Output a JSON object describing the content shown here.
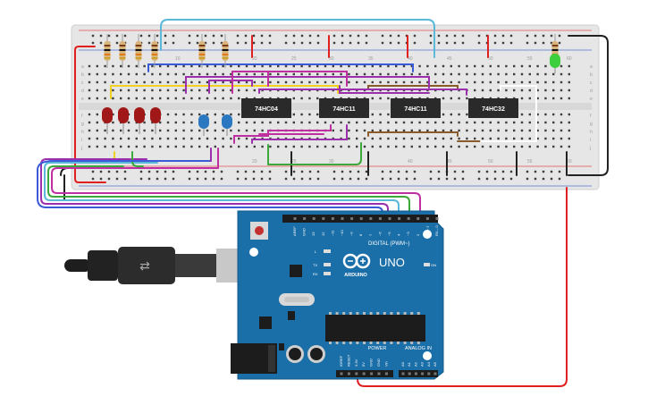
{
  "breadboard": {
    "column_numbers": [
      "1",
      "5",
      "10",
      "15",
      "20",
      "25",
      "30",
      "35",
      "40",
      "45",
      "50",
      "55",
      "60"
    ],
    "row_letters_top": [
      "a",
      "b",
      "c",
      "d",
      "e"
    ],
    "row_letters_bottom": [
      "f",
      "g",
      "h",
      "i",
      "j"
    ]
  },
  "chips": [
    {
      "label": "74HC04"
    },
    {
      "label": "74HC11"
    },
    {
      "label": "74HC11"
    },
    {
      "label": "74HC32"
    }
  ],
  "leds": {
    "red_count": 4,
    "blue_count": 2,
    "green_count": 1
  },
  "arduino": {
    "brand": "ARDUINO",
    "model": "UNO",
    "on_label": "ON",
    "digital_label": "DIGITAL (PWM~)",
    "power_label": "POWER",
    "analog_label": "ANALOG IN",
    "l_label": "L",
    "tx_label": "TX",
    "rx_label": "RX",
    "aref_label": "AREF",
    "gnd_label": "GND",
    "digital_pins": [
      "13",
      "12",
      "~11",
      "~10",
      "~9",
      "8",
      "7",
      "~6",
      "~5",
      "4",
      "~3",
      "2",
      "TX→1",
      "RX←0"
    ],
    "power_pins": [
      "IOREF",
      "RESET",
      "3.3V",
      "5V",
      "GND",
      "GND",
      "Vin"
    ],
    "analog_pins": [
      "A0",
      "A1",
      "A2",
      "A3",
      "A4",
      "A5"
    ]
  },
  "colors": {
    "board_blue": "#1b6fa8",
    "breadboard": "#e9e9e9",
    "wire_red": "#e02020",
    "wire_black": "#222222",
    "wire_cyan": "#5ab8d8",
    "wire_purple": "#9b2fae",
    "wire_blue": "#3a5ad8",
    "wire_green": "#3aa83a",
    "wire_yellow": "#f0d020",
    "wire_brown": "#8a5a2a",
    "wire_magenta": "#c02fa0",
    "wire_white": "#f4f4f4"
  }
}
